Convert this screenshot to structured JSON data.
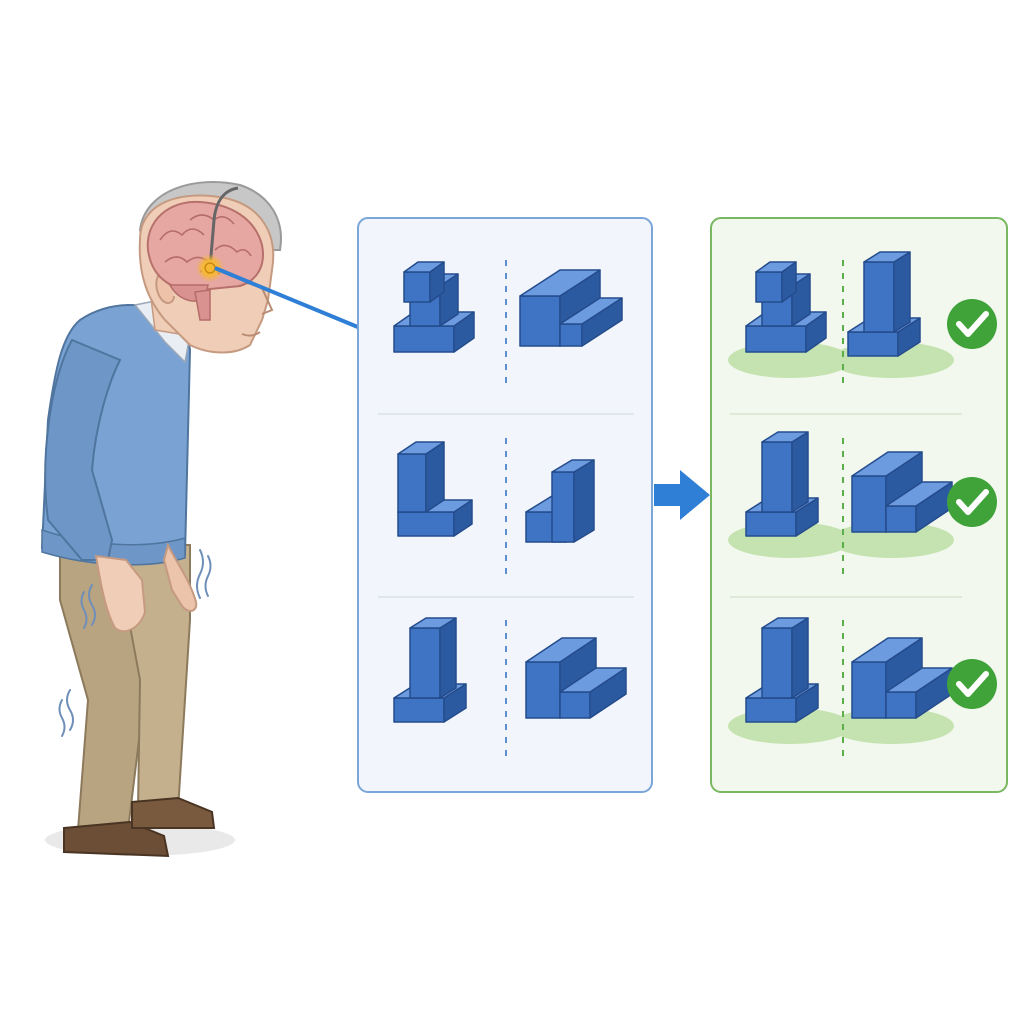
{
  "colors": {
    "background": "#ffffff",
    "block_front": "#3f74c4",
    "block_top": "#6d9be0",
    "block_side": "#2c5aa0",
    "block_stroke": "#244c8c",
    "left_panel_bg": "#f2f6fc",
    "left_panel_border": "#7aa6da",
    "right_panel_bg": "#f3f8ee",
    "right_panel_border": "#78b860",
    "check_fill": "#3fa33a",
    "shadow_green": "#c5e3b0",
    "arrow_blue": "#2f7fd6",
    "sweater": "#7aa3d3",
    "pants": "#b9a482",
    "shoes": "#6b4e35",
    "skin": "#f0cdb6",
    "brain": "#e6a5a1",
    "electrode_glow": "#f7b733"
  },
  "icons": {
    "brain": "brain-icon",
    "electrode": "electrode-icon",
    "check": "check-icon",
    "arrow": "arrow-right-icon",
    "tremor": "tremor-lines-icon"
  },
  "panels": {
    "left": {
      "rows": 3,
      "pairs_per_row": 2,
      "state": "unmatched"
    },
    "right": {
      "rows": 3,
      "pairs_per_row": 2,
      "state": "matched",
      "checks": 3
    }
  }
}
